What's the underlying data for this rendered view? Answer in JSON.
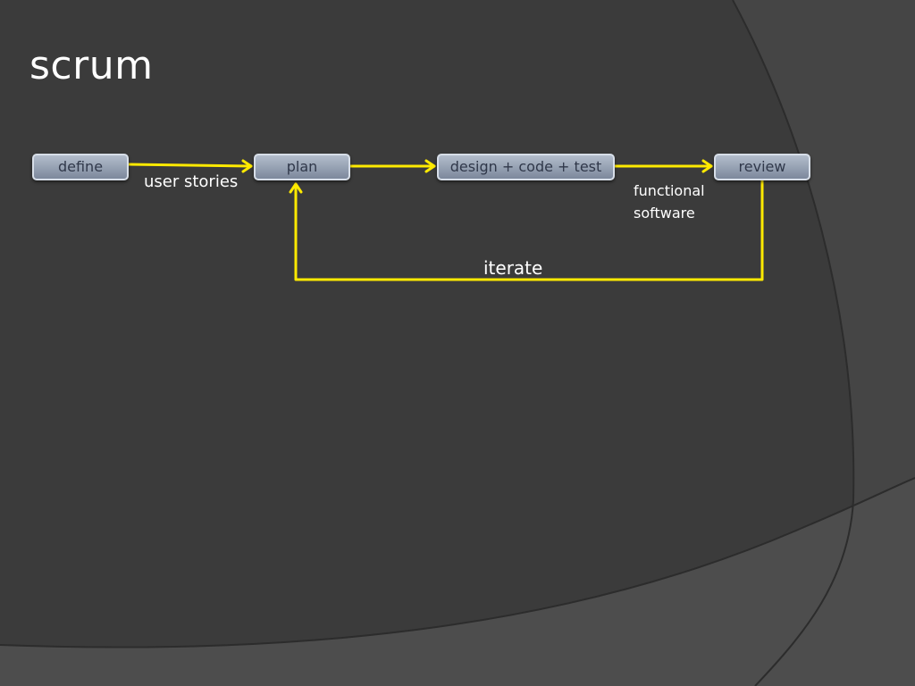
{
  "title": "scrum",
  "steps": {
    "define": "define",
    "plan": "plan",
    "build": "design + code + test",
    "review": "review"
  },
  "labels": {
    "user_stories": "user stories",
    "functional_line1": "functional",
    "functional_line2": "software",
    "iterate": "iterate"
  },
  "colors": {
    "background": "#3a3a3a",
    "arrow": "#ffea00",
    "box_fill": "#97a2b4",
    "text": "#ffffff"
  }
}
